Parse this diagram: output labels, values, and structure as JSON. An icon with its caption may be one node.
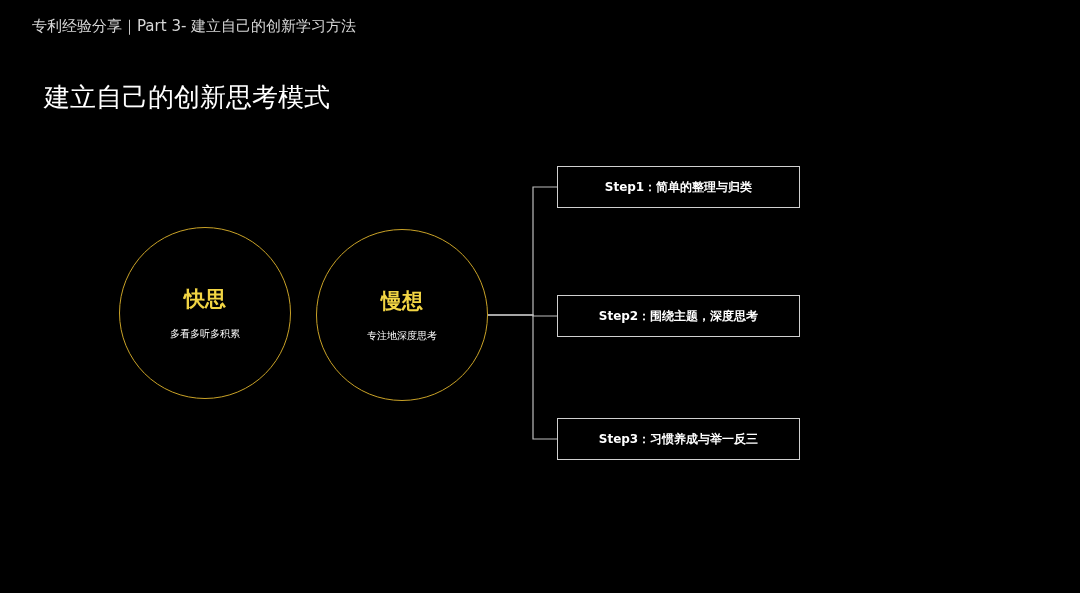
{
  "diagram": {
    "title": "建立自己的创新思考模式",
    "nodes": [
      {
        "text": [
          "快思",
          "多看多听多积累"
        ]
      },
      {
        "text": [
          "慢想",
          "专注地深度思考"
        ]
      },
      {
        "text": [
          "Step1：简单的整理与归类"
        ]
      },
      {
        "text": [
          "Step2：围绕主题，深度思考"
        ]
      },
      {
        "text": [
          "Step3：习惯养成与举一反三"
        ]
      }
    ],
    "edges": [
      {
        "from": 1,
        "to": 2,
        "arrow": "none"
      },
      {
        "from": 1,
        "to": 3,
        "arrow": "none"
      },
      {
        "from": 1,
        "to": 4,
        "arrow": "none"
      }
    ],
    "labels": [
      "专利经验分享｜Part 3- 建立自己的创新学习方法"
    ]
  }
}
